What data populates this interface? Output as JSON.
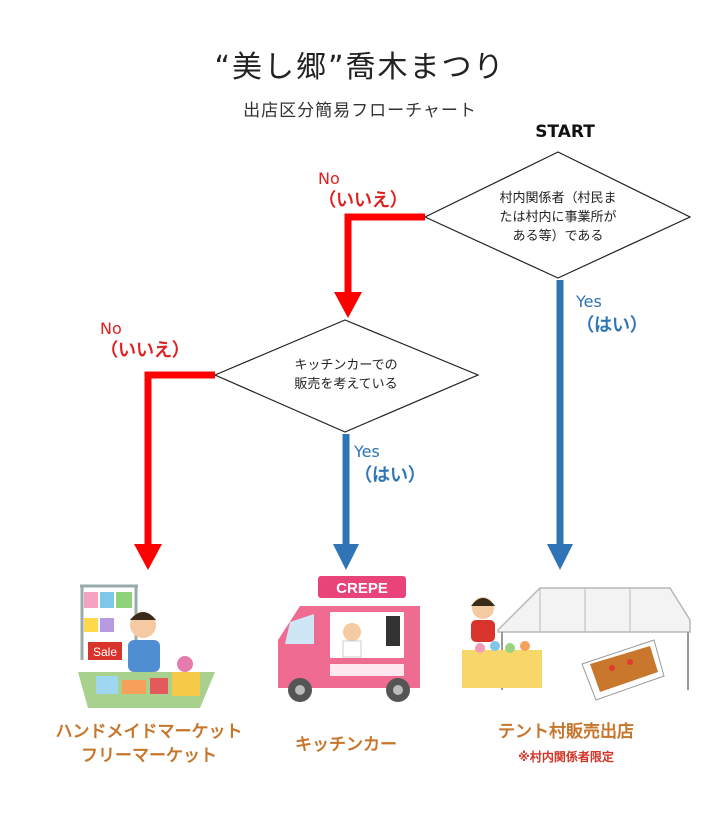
{
  "title": "“美し郷”喬木まつり",
  "subtitle": "出店区分簡易フローチャート",
  "start": "START",
  "q1": {
    "line1": "村内関係者（村民ま",
    "line2": "たは村内に事業所が",
    "line3": "ある等）である"
  },
  "q2": {
    "line1": "キッチンカーでの",
    "line2": "販売を考えている"
  },
  "no_en": "No",
  "no_ja": "（いいえ）",
  "yes_en": "Yes",
  "yes_ja": "（はい）",
  "outcomes": {
    "handmade_line1": "ハンドメイドマーケット",
    "handmade_line2": "フリーマーケット",
    "kitchen": "キッチンカー",
    "tent": "テント村販売出店",
    "tent_note": "※村内関係者限定"
  },
  "illustration_text": {
    "sale": "Sale",
    "crepe": "CREPE"
  },
  "colors": {
    "no": "#ff0000",
    "yes": "#2f74b5",
    "label": "#c7752a",
    "note": "#d2362a"
  }
}
